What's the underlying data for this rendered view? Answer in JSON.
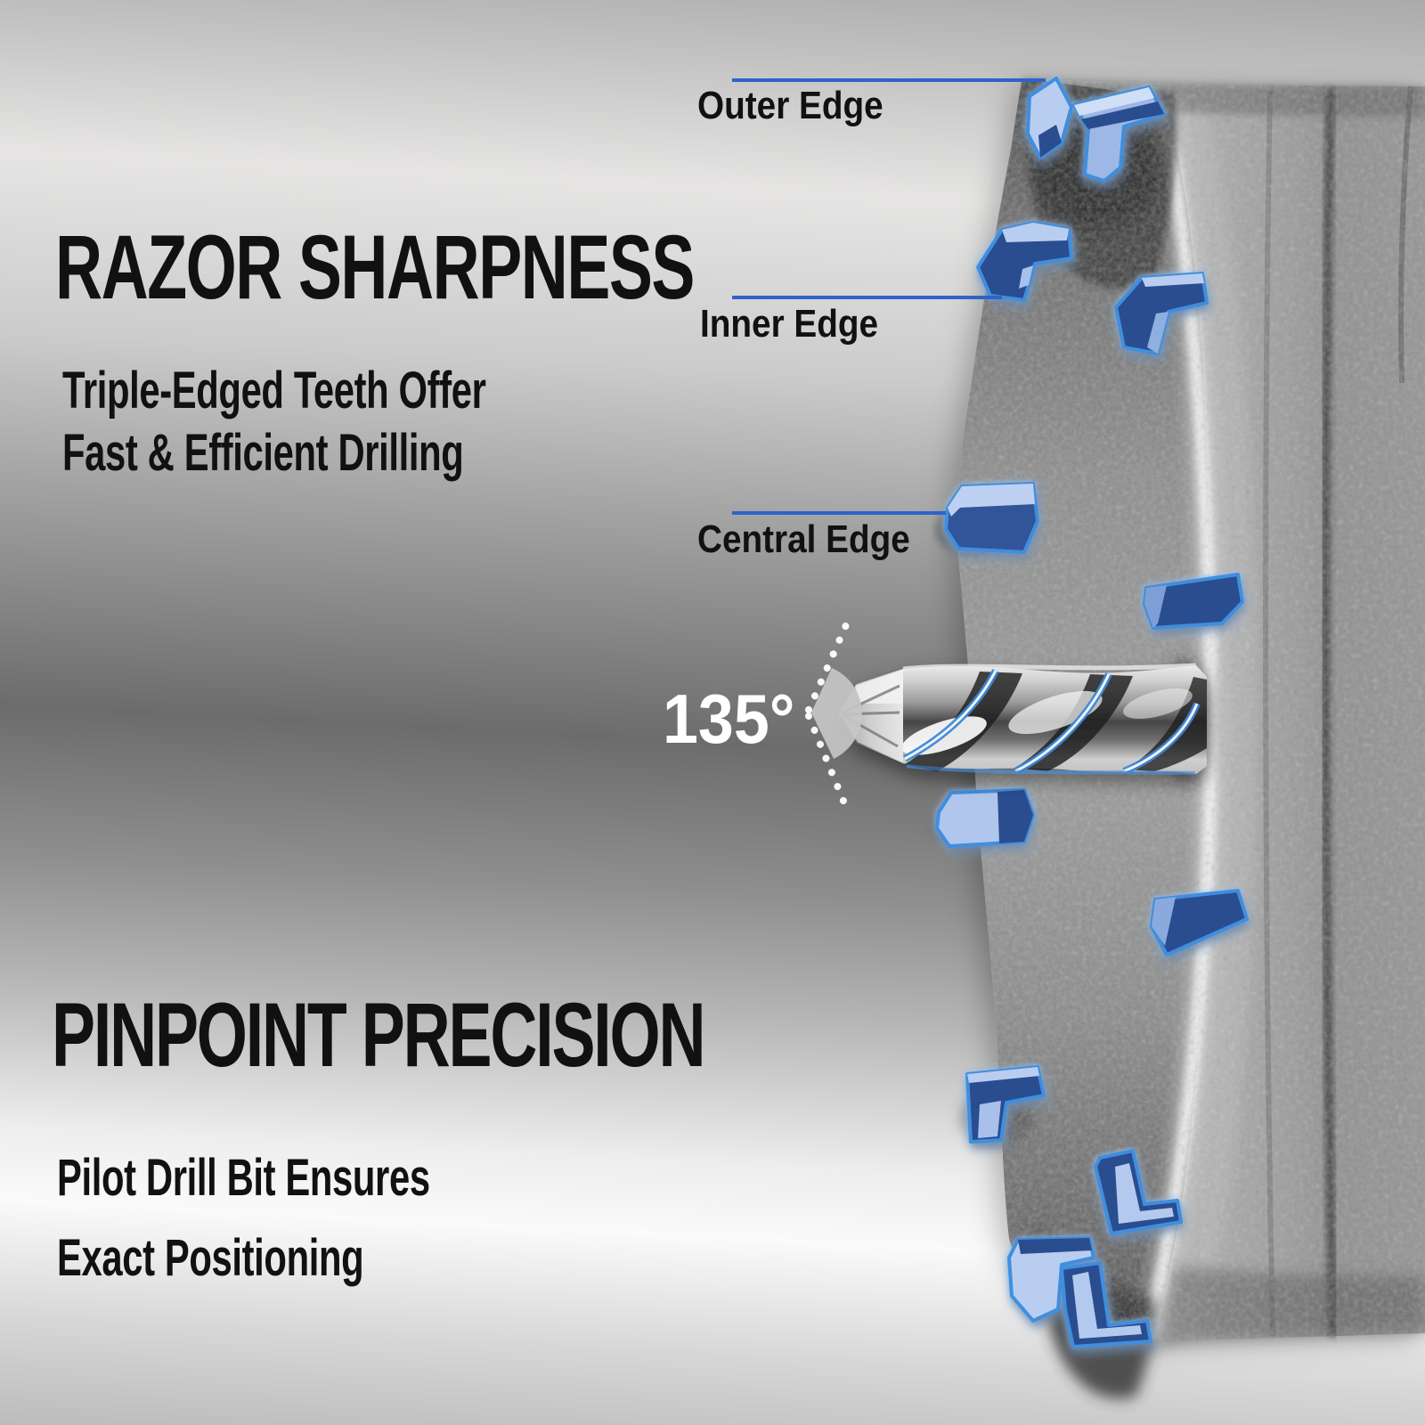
{
  "colors": {
    "callout_line": "#2e63c9",
    "text": "#111111",
    "angle_text": "#ffffff",
    "tooth_highlight_fill": "#b9cdf0",
    "tooth_dark_fill": "#2a4d8f",
    "tooth_outline": "#3f8ede",
    "metal_light": "#b5b5b5",
    "metal_dark": "#4f4f4f"
  },
  "callouts": [
    {
      "label": "Outer Edge"
    },
    {
      "label": "Inner Edge"
    },
    {
      "label": "Central Edge"
    }
  ],
  "features": [
    {
      "title": "RAZOR SHARPNESS",
      "subtitle_lines": [
        "Triple-Edged Teeth Offer",
        "Fast & Efficient Drilling"
      ]
    },
    {
      "title": "PINPOINT PRECISION",
      "subtitle_lines": [
        "Pilot Drill Bit Ensures",
        "Exact Positioning"
      ]
    }
  ],
  "angle_annotation": {
    "value": "135°"
  }
}
